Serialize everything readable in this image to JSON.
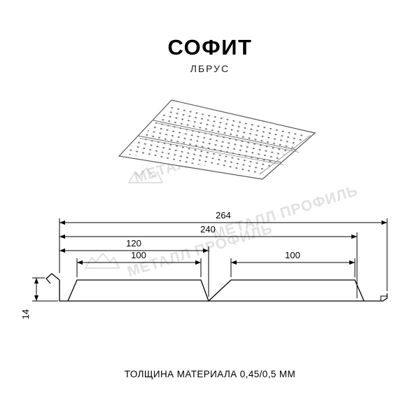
{
  "header": {
    "title": "СОФИТ",
    "subtitle": "ЛБРУС"
  },
  "footer": {
    "label": "ТОЛЩИНА МАТЕРИАЛА 0,45/0,5 ММ"
  },
  "watermark": {
    "text": "МЕТАЛЛ ПРОФИЛЬ",
    "logo": "metall-profil-logo"
  },
  "dimensions": {
    "overall_width": "264",
    "width_240": "240",
    "width_120": "120",
    "plank_left": "100",
    "plank_right": "100",
    "height": "14",
    "units": "мм"
  },
  "colors": {
    "line": "#000000",
    "panel_stroke": "#555555",
    "perforation": "#6e6e6e",
    "watermark": "#9d9d9d"
  }
}
